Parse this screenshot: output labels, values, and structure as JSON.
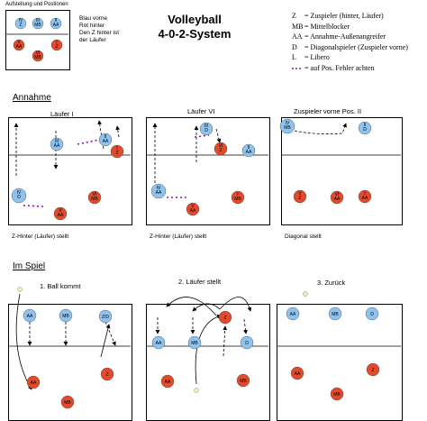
{
  "title": {
    "line1": "Volleyball",
    "line2": "4-0-2-System"
  },
  "legend": {
    "title": "Aufstellung und Postionen",
    "note_lines": [
      "Blau vorne",
      "Rot hinter",
      "Den Z hinter ist",
      "der Läufer"
    ],
    "positions": [
      {
        "label": [
          "IV",
          "Z"
        ],
        "team": "blue"
      },
      {
        "label": [
          "III",
          "MB"
        ],
        "team": "blue"
      },
      {
        "label": [
          "II",
          "AA"
        ],
        "team": "blue"
      },
      {
        "label": [
          "V",
          "AA"
        ],
        "team": "red"
      },
      {
        "label": [
          "VI",
          "MB"
        ],
        "team": "red"
      },
      {
        "label": [
          "I",
          "Z"
        ],
        "team": "red"
      }
    ]
  },
  "abbreviations": [
    {
      "code": "Z",
      "text": "= Zuspieler (hinter, Läufer)"
    },
    {
      "code": "MB",
      "text": "= Mittelblocker"
    },
    {
      "code": "AA",
      "text": "= Annahme-Außenangreifer"
    },
    {
      "code": "D",
      "text": "= Diagonalspieler (Zuspieler vorne)"
    },
    {
      "code": "L",
      "text": "= Libero"
    },
    {
      "code": "",
      "text": "= auf Pos. Fehler achten"
    }
  ],
  "sections": {
    "annahme": "Annahme",
    "im_spiel": "Im Spiel"
  },
  "annahme_panels": [
    {
      "title": "Läufer I",
      "caption": "Z-Hinter (Läufer) stellt",
      "players": [
        {
          "label": [
            "III",
            "AA"
          ],
          "team": "blue"
        },
        {
          "label": [
            "II",
            "AA"
          ],
          "team": "blue"
        },
        {
          "label": [
            "I",
            "Z"
          ],
          "team": "red"
        },
        {
          "label": [
            "IV",
            "D"
          ],
          "team": "blue"
        },
        {
          "label": [
            "V",
            "AA"
          ],
          "team": "red"
        },
        {
          "label": [
            "VI",
            "MB"
          ],
          "team": "red"
        }
      ]
    },
    {
      "title": "Läufer VI",
      "caption": "Z-Hinter (Läufer) stellt",
      "players": [
        {
          "label": [
            "III",
            "D"
          ],
          "team": "blue"
        },
        {
          "label": [
            "II",
            "AA"
          ],
          "team": "blue"
        },
        {
          "label": [
            "IV",
            "AA"
          ],
          "team": "blue"
        },
        {
          "label": [
            "VI",
            "Z"
          ],
          "team": "red"
        },
        {
          "label": [
            "V",
            "AA"
          ],
          "team": "red"
        },
        {
          "label": [
            "I",
            "MB"
          ],
          "team": "red"
        }
      ]
    },
    {
      "title": "Zuspieler vorne Pos. II",
      "caption": "Diagonal stellt",
      "players": [
        {
          "label": [
            "IV",
            "MB"
          ],
          "team": "blue"
        },
        {
          "label": [
            "II",
            "D"
          ],
          "team": "blue"
        },
        {
          "label": [
            "V",
            "Z"
          ],
          "team": "red"
        },
        {
          "label": [
            "VI",
            "AA"
          ],
          "team": "red"
        },
        {
          "label": [
            "I",
            "AA"
          ],
          "team": "red"
        }
      ]
    }
  ],
  "spiel_panels": [
    {
      "title": "1. Ball kommt",
      "players": [
        {
          "label": [
            "AA"
          ],
          "team": "blue"
        },
        {
          "label": [
            "MB"
          ],
          "team": "blue"
        },
        {
          "label": [
            "Z/D"
          ],
          "team": "blue"
        },
        {
          "label": [
            "AA"
          ],
          "team": "red"
        },
        {
          "label": [
            "Z"
          ],
          "team": "red"
        },
        {
          "label": [
            "MB"
          ],
          "team": "red"
        }
      ]
    },
    {
      "title": "2. Läufer stellt",
      "players": [
        {
          "label": [
            "AA"
          ],
          "team": "blue"
        },
        {
          "label": [
            "MB"
          ],
          "team": "blue"
        },
        {
          "label": [
            "Z"
          ],
          "team": "red"
        },
        {
          "label": [
            "D"
          ],
          "team": "blue"
        },
        {
          "label": [
            "AA"
          ],
          "team": "red"
        },
        {
          "label": [
            "MB"
          ],
          "team": "red"
        }
      ]
    },
    {
      "title": "3. Zurück",
      "players": [
        {
          "label": [
            "AA"
          ],
          "team": "blue"
        },
        {
          "label": [
            "MB"
          ],
          "team": "blue"
        },
        {
          "label": [
            "D"
          ],
          "team": "blue"
        },
        {
          "label": [
            "AA"
          ],
          "team": "red"
        },
        {
          "label": [
            "Z"
          ],
          "team": "red"
        },
        {
          "label": [
            "MB"
          ],
          "team": "red"
        }
      ]
    }
  ],
  "colors": {
    "blue": "#8ec3ef",
    "red": "#e24a2c",
    "mistake_line": "#8a1ab0",
    "ball": "#f2f0b0"
  }
}
